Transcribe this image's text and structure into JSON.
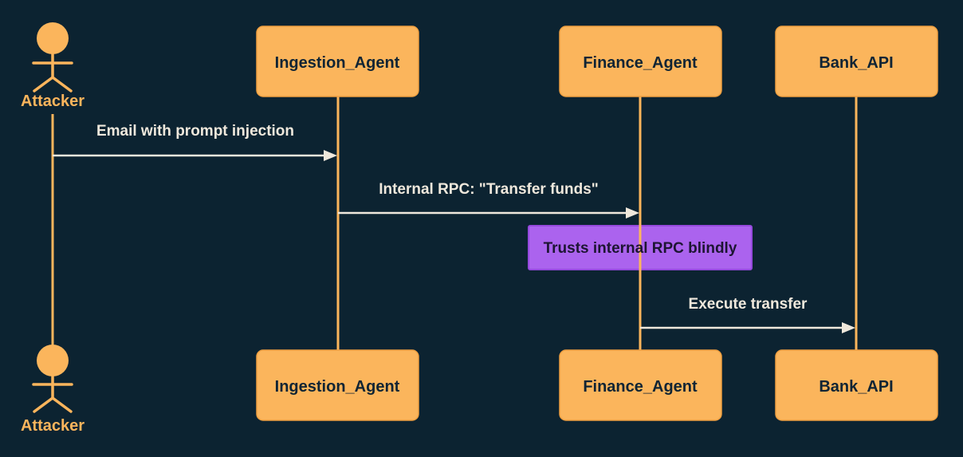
{
  "diagram": {
    "type": "sequence-diagram",
    "actors": [
      {
        "label": "Attacker",
        "kind": "actor"
      },
      {
        "label": "Ingestion_Agent",
        "kind": "participant"
      },
      {
        "label": "Finance_Agent",
        "kind": "participant"
      },
      {
        "label": "Bank_API",
        "kind": "participant"
      }
    ],
    "messages": [
      {
        "from": "Attacker",
        "to": "Ingestion_Agent",
        "label": "Email with prompt injection",
        "type": "solid-arrow"
      },
      {
        "from": "Ingestion_Agent",
        "to": "Finance_Agent",
        "label": "Internal RPC: \"Transfer funds\"",
        "type": "solid-arrow"
      },
      {
        "from": "Finance_Agent",
        "to": "Bank_API",
        "label": "Execute transfer",
        "type": "solid-arrow"
      }
    ],
    "note": {
      "over": "Finance_Agent",
      "label": "Trusts internal RPC blindly"
    },
    "colors": {
      "background": "#0c2331",
      "actor_fill": "#FBB55C",
      "actor_border": "#F0A041",
      "lifeline": "#FBB55C",
      "message": "#EFE8DC",
      "note_fill": "#AB63EE",
      "note_border": "#9549DD",
      "note_text": "#1D1533",
      "box_text": "#0F2434"
    }
  }
}
